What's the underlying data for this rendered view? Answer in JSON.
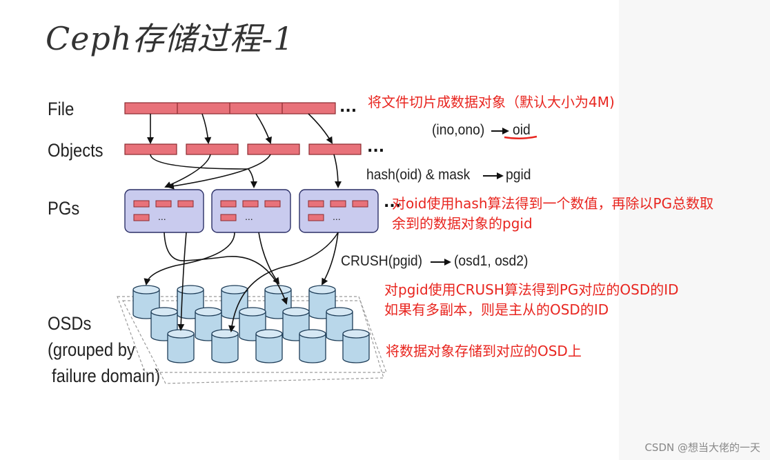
{
  "title": "Ceph存储过程-1",
  "labels": {
    "file": "File",
    "objects": "Objects",
    "pgs": "PGs",
    "osds": "OSDs",
    "osds_sub1": "(grouped by",
    "osds_sub2": "failure domain)"
  },
  "formulas": {
    "ino_ono": "(ino,ono)",
    "oid": "oid",
    "hash": "hash(oid) & mask",
    "pgid": "pgid",
    "crush": "CRUSH(pgid)",
    "osd_pair": "(osd1, osd2)"
  },
  "ellipsis": "...",
  "annotations": {
    "file_split": "将文件切片成数据对象（默认大小为4M)",
    "pg_line1": "对oid使用hash算法得到一个数值，再除以PG总数取",
    "pg_line2": "余到的数据对象的pgid",
    "crush_line1": "对pgid使用CRUSH算法得到PG对应的OSD的ID",
    "crush_line2": "如果有多副本，则是主从的OSD的ID",
    "store": "将数据对象存储到对应的OSD上"
  },
  "colors": {
    "segment_fill": "#e8727a",
    "pg_fill": "#c9cbee",
    "osd_fill": "#b9d7ea",
    "annotation": "#e8251f"
  },
  "watermark": "CSDN @想当大佬的一天"
}
